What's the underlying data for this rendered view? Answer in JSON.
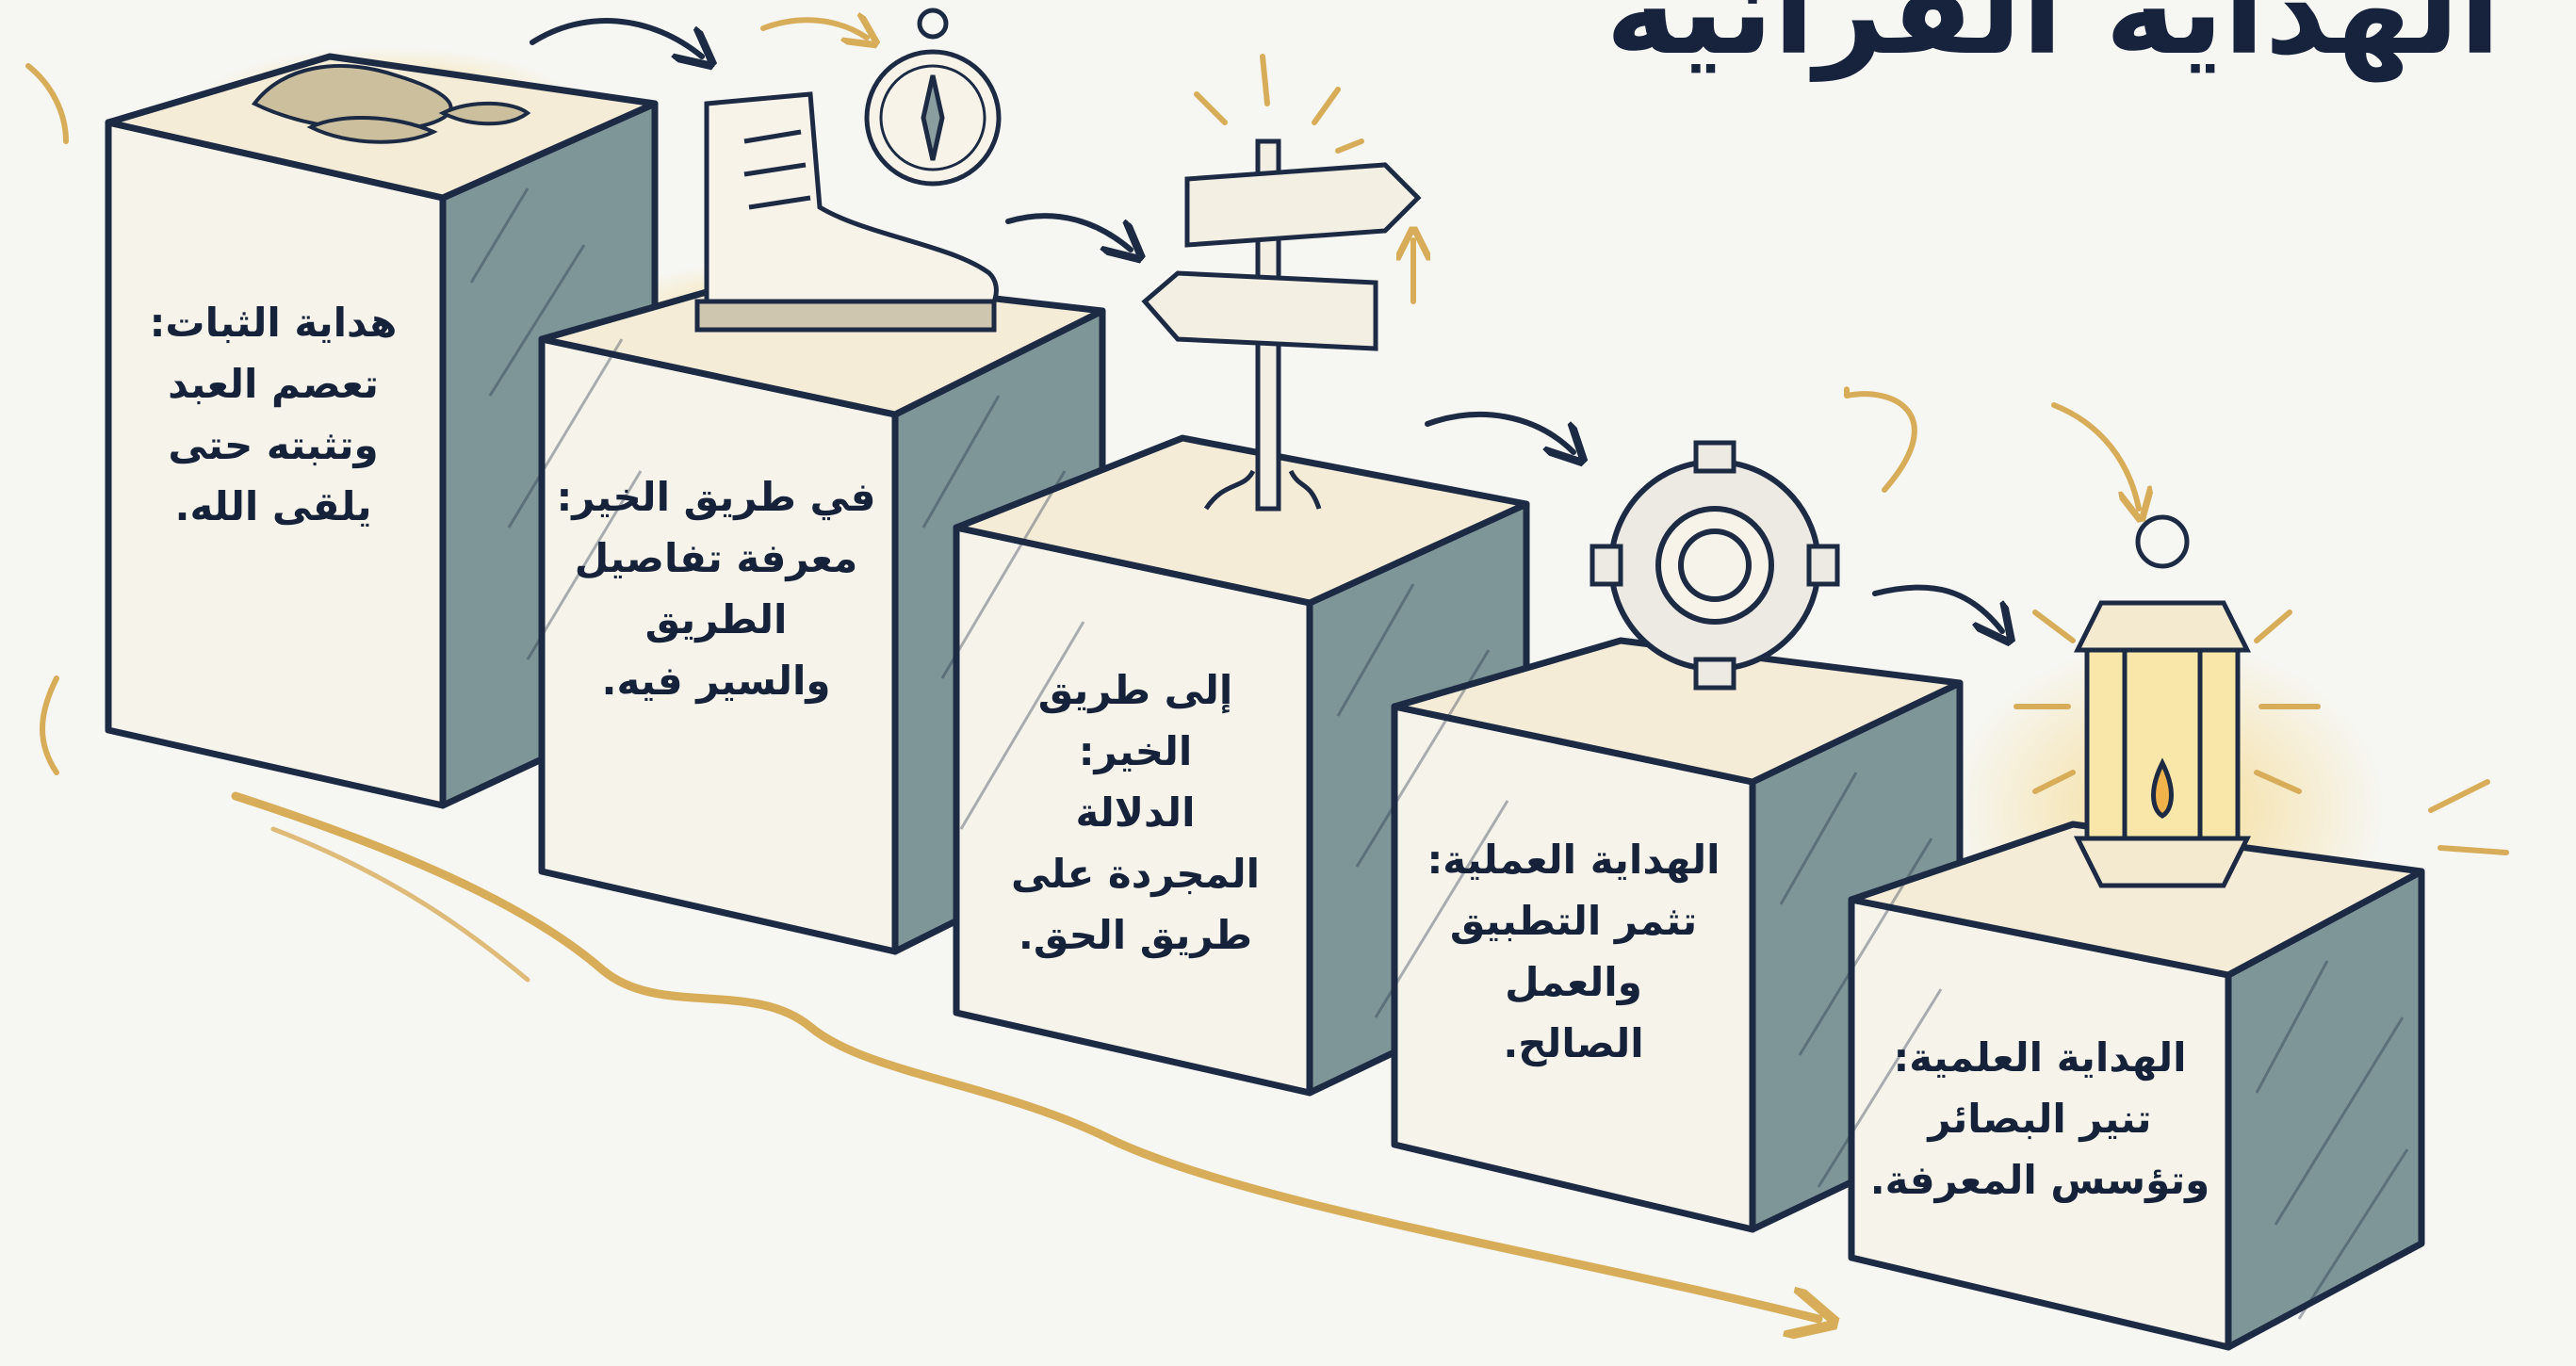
{
  "title": "الهداية القرآنية",
  "steps": [
    {
      "lines": [
        "هداية الثبات:",
        "تعصم العبد",
        "وتثبته حتى",
        "يلقى الله."
      ],
      "icon": "rocks-icon"
    },
    {
      "lines": [
        "في طريق الخير:",
        "معرفة تفاصيل",
        "الطريق",
        "والسير فيه."
      ],
      "icon": "boot-compass-icon"
    },
    {
      "lines": [
        "إلى طريق الخير:",
        "الدلالة",
        "المجردة على",
        "طريق الحق."
      ],
      "icon": "signpost-icon"
    },
    {
      "lines": [
        "الهداية العملية:",
        "تثمر التطبيق",
        "والعمل",
        "الصالح."
      ],
      "icon": "gear-icon"
    },
    {
      "lines": [
        "الهداية العلمية:",
        "تنير البصائر",
        "وتؤسس المعرفة."
      ],
      "icon": "lantern-icon"
    }
  ],
  "colors": {
    "ink": "#1c2a44",
    "front_face": "#f5f3ea",
    "side_face": "#7f9698",
    "top_face": "#f4ecd6",
    "gold": "#d8ad5a"
  }
}
